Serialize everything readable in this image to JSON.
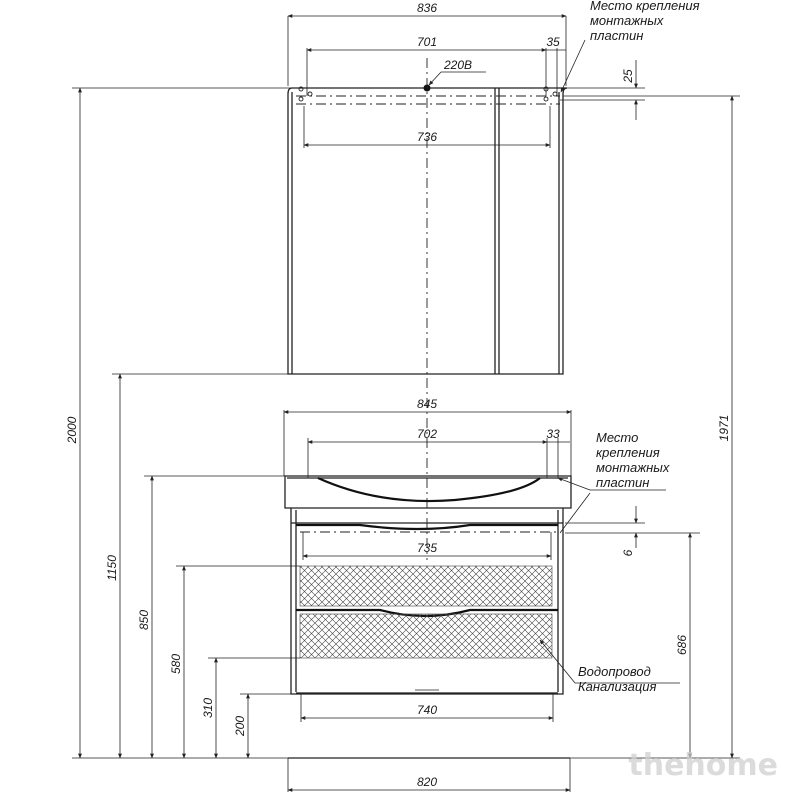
{
  "mirror_cabinet": {
    "width_total": "836",
    "plate_spacing": "701",
    "plate_offset": "35",
    "socket_label": "220В",
    "plate_drop": "25",
    "inner_width": "736",
    "mount_note": [
      "Место крепления",
      "монтажных",
      "пластин"
    ]
  },
  "vanity": {
    "width_total": "845",
    "plate_spacing": "702",
    "plate_offset": "33",
    "mount_note": [
      "Место",
      "крепления",
      "монтажных",
      "пластин"
    ],
    "plate_drop": "6",
    "inner_width_top": "735",
    "height_686": "686",
    "inner_width_bottom": "740",
    "base_width": "820",
    "utilities_note": [
      "Водопровод",
      "Канализация"
    ]
  },
  "heights": {
    "h2000": "2000",
    "h1150": "1150",
    "h850": "850",
    "h580": "580",
    "h310": "310",
    "h200": "200",
    "h1971": "1971"
  },
  "watermark": "thehome"
}
